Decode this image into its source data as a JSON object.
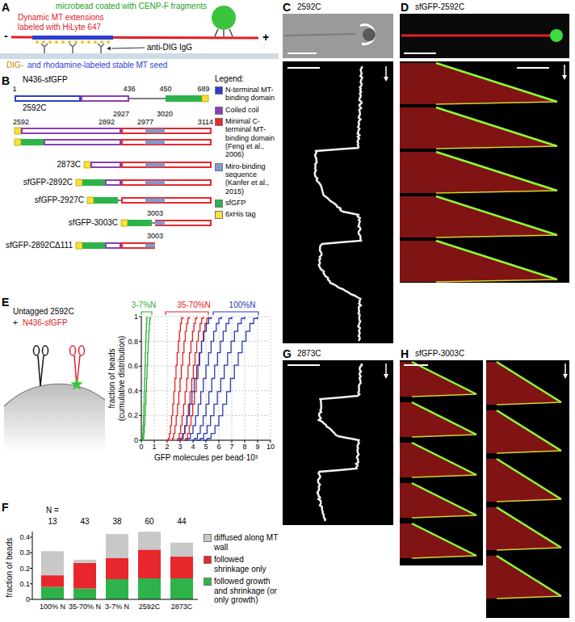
{
  "diagram": {
    "labels": [
      "A",
      "microbead coated with CENP-F fragments",
      "Dynamic MT extensions labeled with HiLyte 647",
      "-",
      "+",
      "anti-DIG IgG",
      "DIG-",
      "and rhodamine-labeled stable MT seed",
      "B",
      "N436-sfGFP",
      "1",
      "436",
      "450",
      "689",
      "Legend:",
      "2592C",
      "2592",
      "2892",
      "2927",
      "2977",
      "3020",
      "3114",
      "2873C",
      "sfGFP-2892C",
      "sfGFP-2927C",
      "3003",
      "sfGFP-3003C",
      "3003",
      "sfGFP-2892CΔ111",
      "C",
      "2592C",
      "D",
      "sfGFP-2592C",
      "G",
      "2873C",
      "H",
      "sfGFP-3003C",
      "E",
      "Untagged 2592C",
      "+",
      "N436-sfGFP",
      "3-7%N",
      "35-70%N",
      "100%N",
      "fraction of beads (cumulative distribution)",
      "0",
      "0.2",
      "0.4",
      "0.6",
      "0.8",
      "1",
      "0",
      "1",
      "2",
      "3",
      "4",
      "5",
      "6",
      "7",
      "8",
      "9",
      "10",
      "GFP molecules per bead·10³",
      "F",
      "N =",
      "13",
      "43",
      "38",
      "60",
      "44",
      "fraction of beads",
      "0",
      "0.1",
      "0.2",
      "0.3",
      "0.4",
      "100% N",
      "35-70% N",
      "3-7% N",
      "2592C",
      "2873C"
    ],
    "legend": [
      {
        "text": "N-terminal MT-binding domain",
        "color": "#2b3fcf"
      },
      {
        "text": "Coiled coil",
        "color": "#8a3fb5"
      },
      {
        "text": "Minimal C-terminal MT-binding domain (Feng et al., 2006)",
        "color": "#e8272d"
      },
      {
        "text": "Miro-binding sequence (Kanfer et al., 2015)",
        "color": "#7f9ccc"
      },
      {
        "text": "sfGFP",
        "color": "#2db34a"
      },
      {
        "text": "6xHis tag",
        "color": "#f5e23a"
      },
      {
        "text": "diffused along MT wall",
        "color": "#c8c8c8"
      },
      {
        "text": "followed shrinkage only",
        "color": "#e8272d"
      },
      {
        "text": "followed growth and shrinkage (or only growth)",
        "color": "#2db34a"
      }
    ]
  }
}
